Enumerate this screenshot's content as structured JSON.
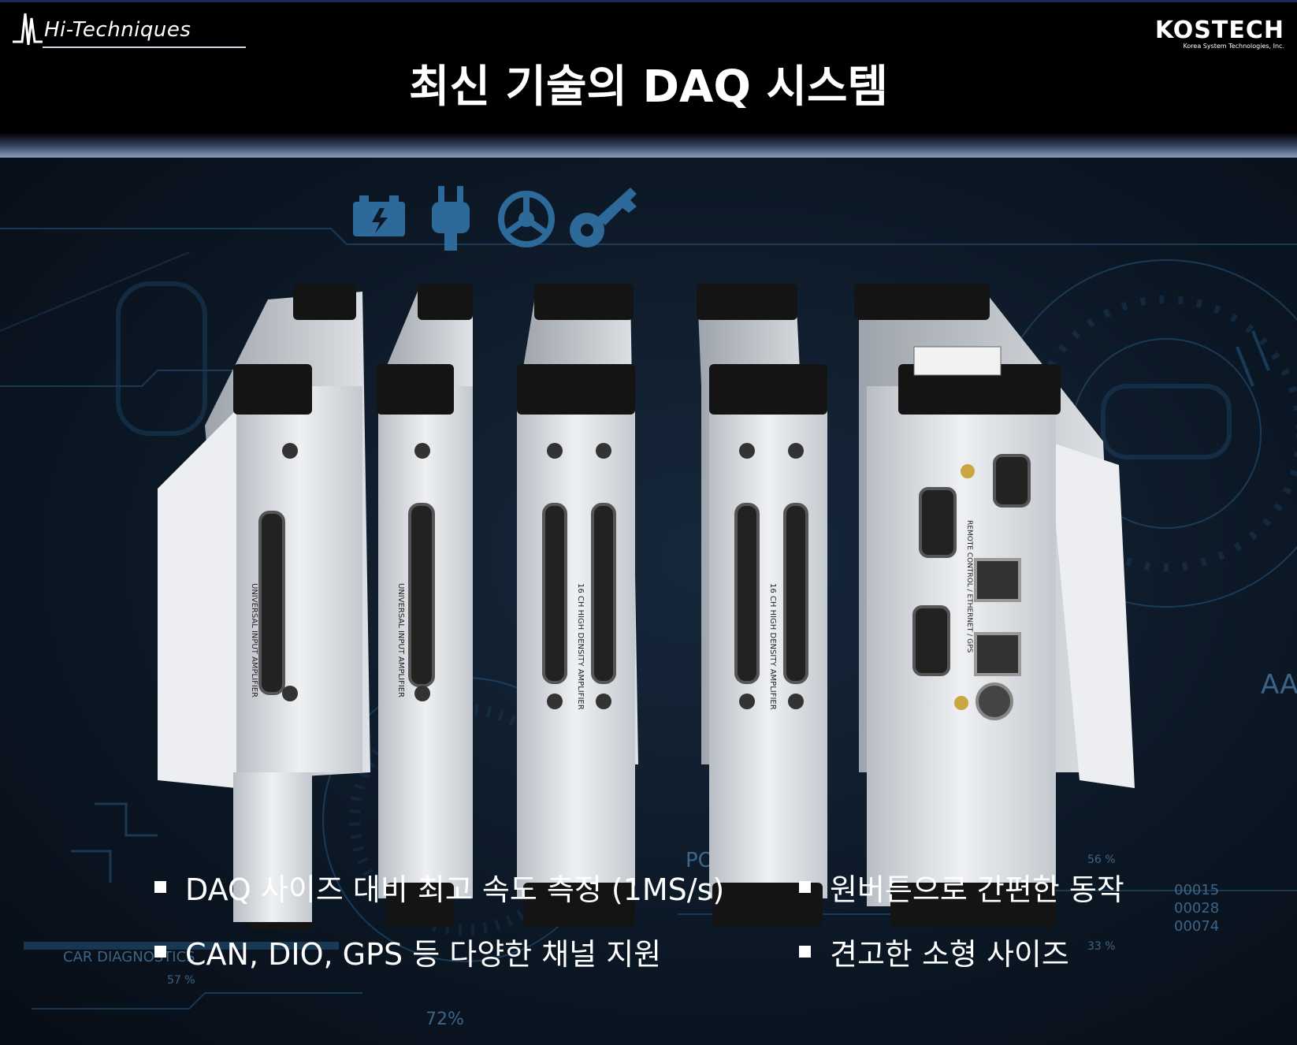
{
  "header": {
    "brand_left": "Hi-Techniques",
    "brand_right": "KOSTECH",
    "brand_right_sub": "Korea System Technologies, Inc.",
    "title": "최신 기술의 DAQ 시스템"
  },
  "background": {
    "hud_texts": [
      "POWER UNIT",
      "CAR DIAGNOSTICS",
      "56 %",
      "33 %",
      "57 %",
      "72%",
      "00015",
      "00028",
      "00074",
      "AA"
    ]
  },
  "hero_icons": [
    "battery-icon",
    "plug-icon",
    "steering-wheel-icon",
    "key-icon"
  ],
  "modules": [
    {
      "label": "UNIVERSAL INPUT AMPLIFIER"
    },
    {
      "label": "UNIVERSAL INPUT AMPLIFIER"
    },
    {
      "label": "16 CH HIGH DENSITY AMPLIFIER"
    },
    {
      "label": "16 CH HIGH DENSITY AMPLIFIER"
    },
    {
      "label": "REMOTE CONTROL / ETHERNET / GPS"
    }
  ],
  "bullets": [
    "DAQ 사이즈 대비 최고 속도 측정 (1MS/s)",
    "원버튼으로 간편한 동작",
    "CAN, DIO, GPS 등 다양한 채널 지원",
    "견고한 소형 사이즈"
  ],
  "colors": {
    "header_bg": "#000000",
    "hero_bg": "#0c1826",
    "hud_accent": "#2d6a9a",
    "module_body": "#d9dde2",
    "module_cap": "#141414"
  }
}
